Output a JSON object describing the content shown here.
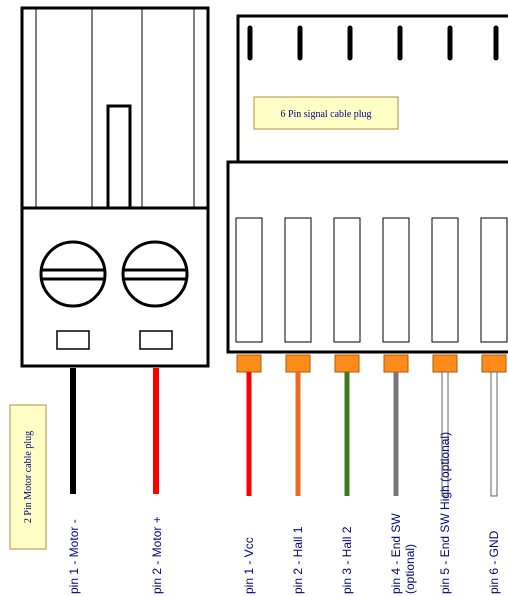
{
  "motor_plug": {
    "label": "2 Pin Motor cable plug",
    "pins": [
      {
        "label": "pin 1 - Motor -",
        "wire_color": "#000000"
      },
      {
        "label": "pin 2 - Motor +",
        "wire_color": "#ff0000"
      }
    ]
  },
  "signal_plug": {
    "label": "6 Pin signal cable plug",
    "pins": [
      {
        "label": "pin 1 - Vcc",
        "wire_color": "#ff0000"
      },
      {
        "label": "pin 2 - Hall 1",
        "wire_color": "#ee6a1f"
      },
      {
        "label": "pin 3 - Hall 2",
        "wire_color": "#3a7a1e"
      },
      {
        "label": "pin 4 - End SW",
        "label_line2": "(optional)",
        "wire_color": "#777777"
      },
      {
        "label": "pin 5 - End SW High (optional)",
        "wire_color": "#ffffff"
      },
      {
        "label": "pin 6 - GND",
        "wire_color": "#ffffff"
      }
    ]
  },
  "colors": {
    "label_box_fill": "#ffffc6",
    "label_box_stroke": "#b48c3c",
    "pin_contact": "#ff8c1a",
    "text": "#000080"
  }
}
